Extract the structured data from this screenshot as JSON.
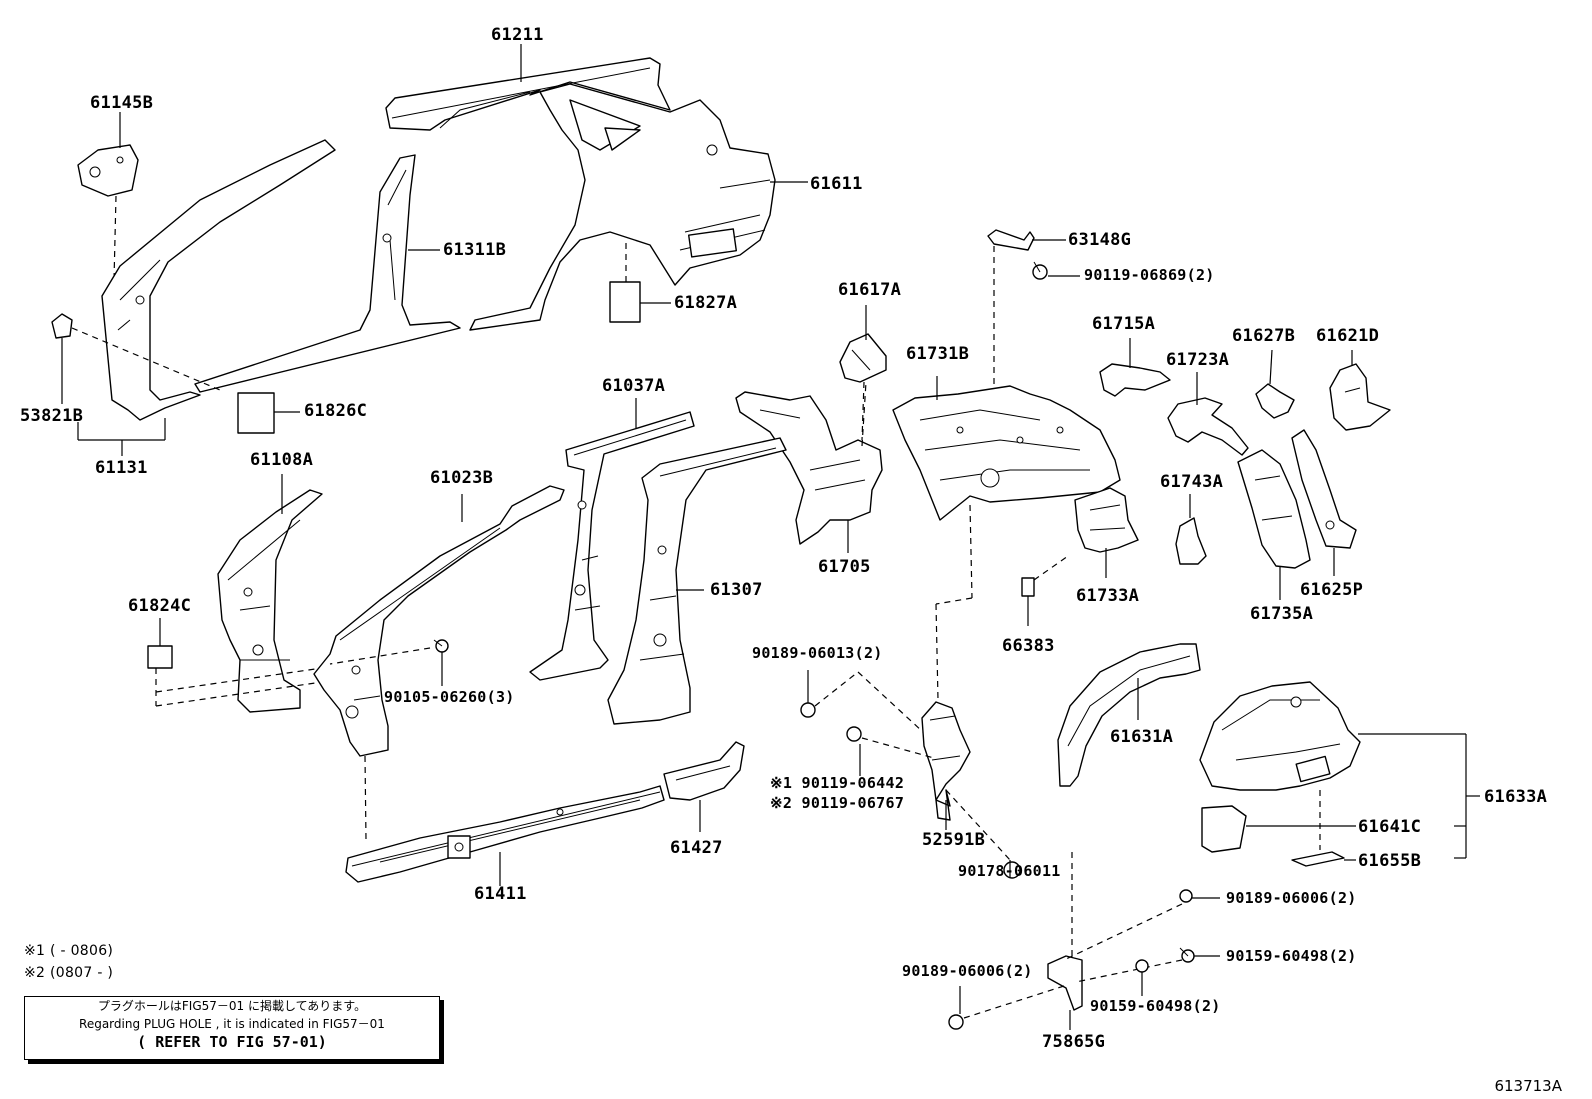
{
  "figure_code": "613713A",
  "labels": {
    "p61211": "61211",
    "p61145B": "61145B",
    "p61611": "61611",
    "p61311B": "61311B",
    "p61827A": "61827A",
    "p63148G": "63148G",
    "p90119_06869": "90119-06869(2)",
    "p61617A": "61617A",
    "p61715A": "61715A",
    "p61627B": "61627B",
    "p61621D": "61621D",
    "p61731B": "61731B",
    "p61723A": "61723A",
    "p53821B": "53821B",
    "p61826C": "61826C",
    "p61131": "61131",
    "p61037A": "61037A",
    "p61108A": "61108A",
    "p61023B": "61023B",
    "p61743A": "61743A",
    "p61705": "61705",
    "p61733A": "61733A",
    "p61625P": "61625P",
    "p61735A": "61735A",
    "p61307": "61307",
    "p61824C": "61824C",
    "p66383": "66383",
    "p90189_06013": "90189-06013(2)",
    "p90105_06260": "90105-06260(3)",
    "p61631A": "61631A",
    "p61633A": "61633A",
    "p90119_06442": "※1 90119-06442",
    "p90119_06767": "※2 90119-06767",
    "p61641C": "61641C",
    "p61427": "61427",
    "p52591B": "52591B",
    "p61655B": "61655B",
    "p90178_06011": "90178-06011",
    "p61411": "61411",
    "p90189_06006a": "90189-06006(2)",
    "p90159_60498a": "90159-60498(2)",
    "p90189_06006b": "90189-06006(2)",
    "p90159_60498b": "90159-60498(2)",
    "p75865G": "75865G"
  },
  "footnotes": {
    "n1": "※1 (        - 0806)",
    "n2": "※2 (0807 -        )"
  },
  "note_box": {
    "line1": "プラグホールはFIG57－01 に掲載してあります。",
    "line2": "Regarding PLUG HOLE , it is indicated in FIG57－01",
    "line3": "( REFER TO FIG 57-01)"
  }
}
